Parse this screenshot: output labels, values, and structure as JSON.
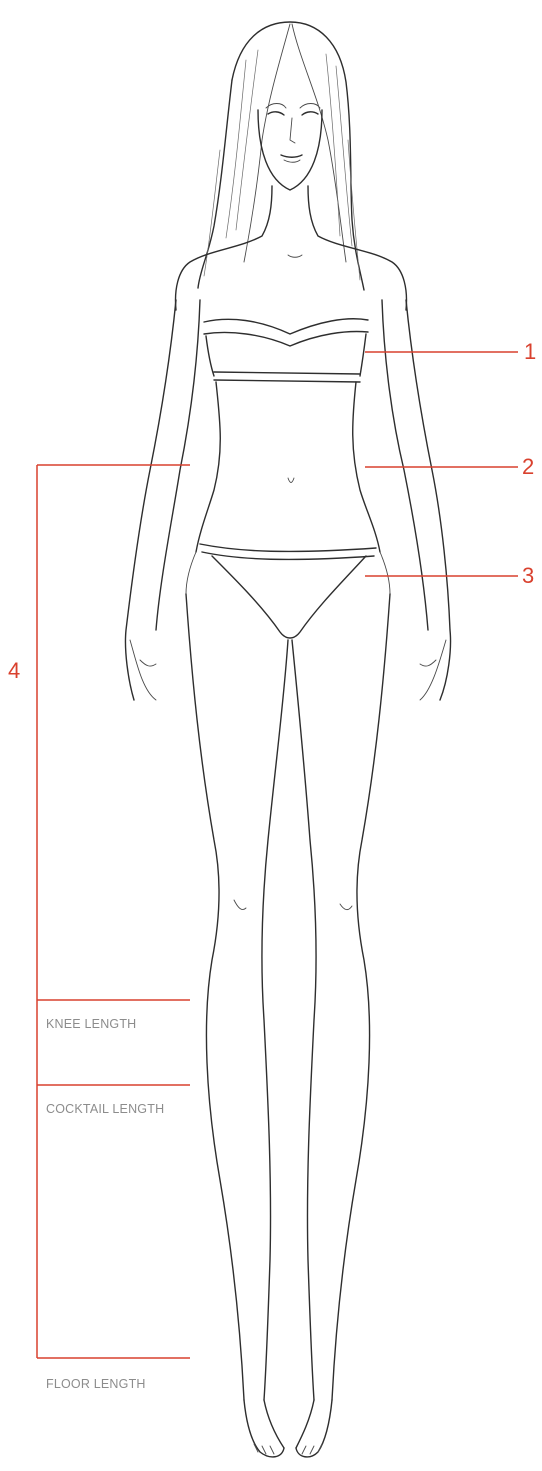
{
  "colors": {
    "accent": "#d9412e",
    "label_text": "#8c8c8c",
    "sketch_ink": "#2e2e2e",
    "background": "#ffffff"
  },
  "markers": {
    "bust": "1",
    "waist": "2",
    "hips": "3",
    "length": "4"
  },
  "length_levels": {
    "knee": "KNEE LENGTH",
    "cocktail": "COCKTAIL LENGTH",
    "floor": "FLOOR LENGTH"
  }
}
